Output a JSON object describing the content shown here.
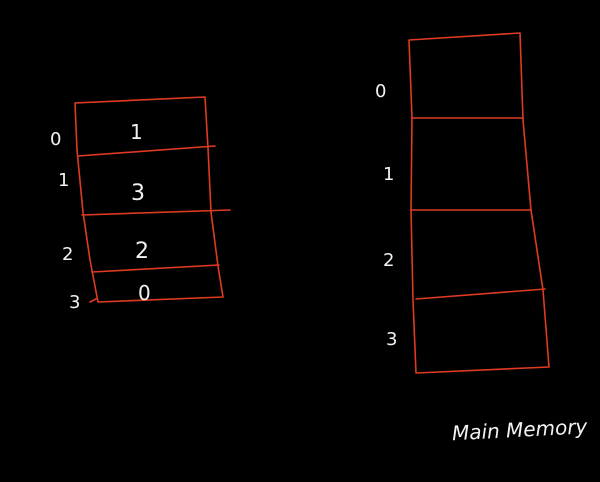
{
  "colors": {
    "background": "#000000",
    "line": "#e03b22",
    "ink": "#f2f2f2"
  },
  "page_table": {
    "indices": [
      "0",
      "1",
      "2",
      "3"
    ],
    "values": [
      "1",
      "3",
      "2",
      "0"
    ]
  },
  "main_memory": {
    "label": "Main Memory",
    "indices": [
      "0",
      "1",
      "2",
      "3"
    ]
  }
}
